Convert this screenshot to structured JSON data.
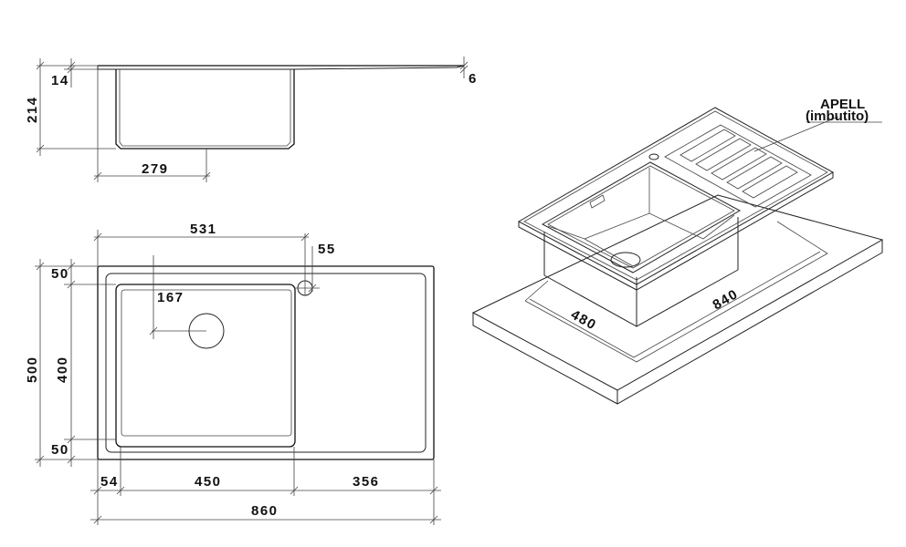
{
  "side_view": {
    "dim_thickness": "14",
    "dim_height": "214",
    "dim_flange": "6",
    "dim_bowl_offset": "279"
  },
  "top_view": {
    "dim_tap_pos": "531",
    "dim_tap_hole": "55",
    "dim_drain_pos": "167",
    "dim_total_depth": "500",
    "dim_bowl_depth": "400",
    "dim_top_margin": "50",
    "dim_bottom_margin": "50",
    "dim_left_margin": "54",
    "dim_bowl_width": "450",
    "dim_drainer_width": "356",
    "dim_total_width": "860"
  },
  "iso_view": {
    "label_name": "APELL",
    "label_sub": "(imbutito)",
    "dim_cutout_width": "840",
    "dim_cutout_depth": "480"
  }
}
